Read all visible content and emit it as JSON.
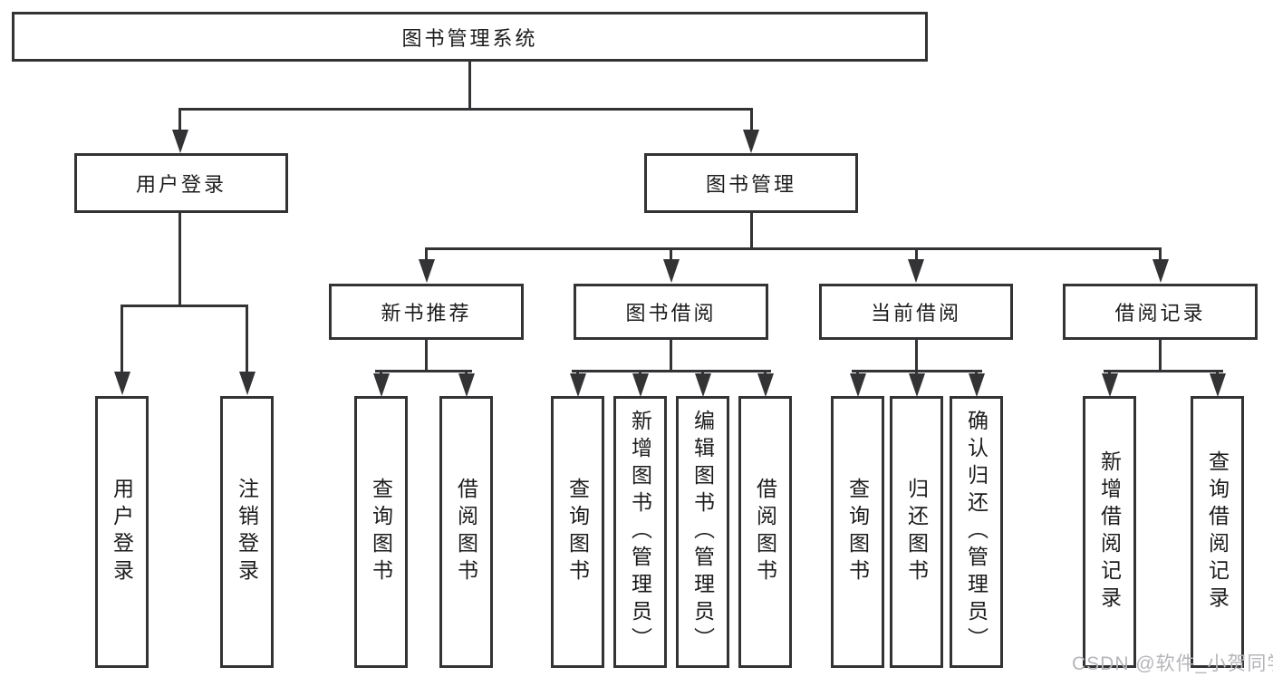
{
  "diagram": {
    "title_note": "functional structure chart",
    "root": {
      "label": "图书管理系统"
    },
    "level2": [
      {
        "label": "用户登录"
      },
      {
        "label": "图书管理"
      }
    ],
    "level3": [
      {
        "label": "新书推荐"
      },
      {
        "label": "图书借阅"
      },
      {
        "label": "当前借阅"
      },
      {
        "label": "借阅记录"
      }
    ],
    "leaves": {
      "user_login": [
        "用户登录",
        "注销登录"
      ],
      "new_book": [
        "查询图书",
        "借阅图书"
      ],
      "book_borrow": [
        "查询图书",
        "新增图书（管理员）",
        "编辑图书（管理员）",
        "借阅图书"
      ],
      "current_borrow": [
        "查询图书",
        "归还图书",
        "确认归还（管理员）"
      ],
      "borrow_record": [
        "新增借阅记录",
        "查询借阅记录"
      ]
    },
    "watermark": "CSDN @软件_小贺同学",
    "colors": {
      "line": "#333336",
      "text": "#1c1c1e",
      "watermark": "#b6b6ba",
      "background": "#ffffff"
    }
  }
}
